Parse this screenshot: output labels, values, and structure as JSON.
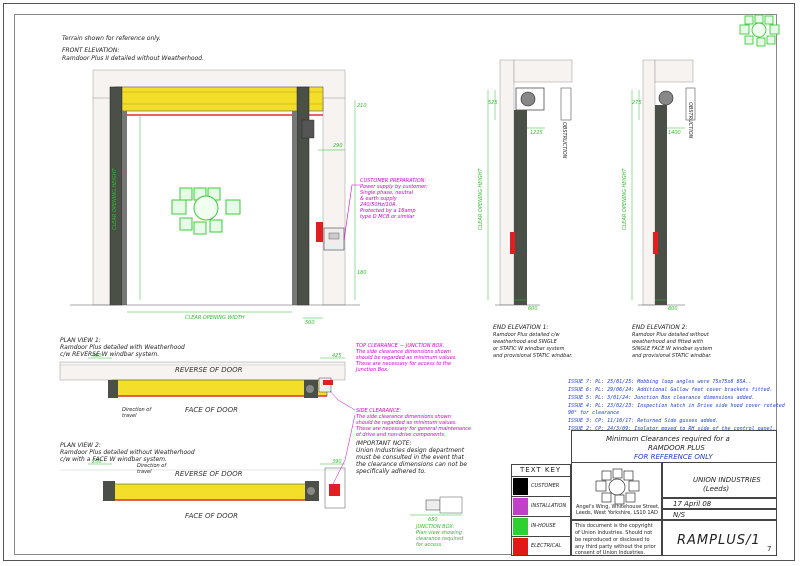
{
  "notes": {
    "terrain": "Terrain shown for reference only.",
    "front_elevation_title": "FRONT ELEVATION:",
    "front_elevation_desc": "Ramdoor Plus II detailed without Weatherhood.",
    "customer_prep": [
      "CUSTOMER PREPARATION:",
      "Power supply by customer:",
      "Single phase, neutral",
      "& earth supply",
      "240/50Hz/10A.",
      "Protected by a 16amp",
      "type D MCB or similar"
    ],
    "clear_opening_width": "CLEAR OPENING WIDTH",
    "clear_opening_height": "CLEAR OPENING HEIGHT",
    "end_elev1_title": "END ELEVATION 1:",
    "end_elev1_desc": [
      "Ramdoor Plus detailed c/w",
      "weatherhood and SINGLE",
      "or STATIC W windbar system",
      "and provisional STATIC windbar."
    ],
    "end_elev2_title": "END ELEVATION 2:",
    "end_elev2_desc": [
      "Ramdoor Plus detailed without",
      "weatherhood and fitted with",
      "SINGLE FACE W windbar system",
      "and provisional STATIC windbar."
    ],
    "plan1_title": "PLAN VIEW 1:",
    "plan1_desc": [
      "Ramdoor Plus detailed with Weatherhood",
      "c/w REVERSE W windbar system."
    ],
    "plan2_title": "PLAN VIEW 2:",
    "plan2_desc": [
      "Ramdoor Plus detailed without Weatherhood",
      "c/w with a FACE W windbar system."
    ],
    "reverse_of_door": "REVERSE OF DOOR",
    "face_of_door": "FACE OF DOOR",
    "direction_of_travel": "Direction of travel",
    "top_clearance": [
      "TOP CLEARANCE — JUNCTION BOX.",
      "The side clearance dimensions shown",
      "should be regarded as minimum values.",
      "These are necessary for access to the",
      "Junction Box."
    ],
    "side_clearance": [
      "SIDE CLEARANCE:",
      "The side clearance dimensions shown",
      "should be regarded as minimum values.",
      "These are necessary for general maintenance",
      "of drive and non-drive components."
    ],
    "important_note": [
      "IMPORTANT NOTE:",
      "Union Industries design department",
      "must be consulted in the event that",
      "the clearance dimensions can not be",
      "specifically adhered to."
    ],
    "junction_box": [
      "JUNCTION BOX:",
      "Plan view showing",
      "clearance required",
      "for access."
    ],
    "obstruction": "OBSTRUCTION"
  },
  "dimensions": [
    "290",
    "500",
    "600",
    "525",
    "275",
    "1225",
    "1400",
    "250",
    "400",
    "425",
    "390",
    "210",
    "180",
    "650"
  ],
  "issues": [
    "ISSUE 7: PL: 25/01/25: Mobbing loop angles were 75x75x8 85A..",
    "ISSUE 6: PL: 29/06/24: Additional Gallow feet cover brackets fitted.",
    "ISSUE 5: PL: 3/01/24: Junction Box clearance dimensions added.",
    "ISSUE 4: PL: 23/02/23: Inspection hatch in Drive side hood cover rotated",
    "90° for clearance",
    "ISSUE 3: CP: 11/10/17: Returned Side gusses added.",
    "ISSUE 2: CP: 24/3/09: Isolator moved to RH side of the control panel."
  ],
  "text_key": {
    "title": "TEXT KEY",
    "items": [
      {
        "label": "CUSTOMER",
        "color": "#000000"
      },
      {
        "label": "INSTALLATION",
        "color": "#c040c8"
      },
      {
        "label": "IN-HOUSE",
        "color": "#2fd02f"
      },
      {
        "label": "ELECTRICAL",
        "color": "#e01818"
      }
    ]
  },
  "title_block": {
    "title": "Minimum Clearances required for a",
    "subtitle": "RAMDOOR PLUS",
    "reference": "FOR REFERENCE ONLY",
    "client": "UNION INDUSTRIES",
    "client_sub": "(Leeds)",
    "date": "17 April 08",
    "scale": "N/S",
    "drawing_no": "RAMPLUS/1",
    "sheet": "7",
    "company_address": "Angel's Wing, Whitehouse Street, Leeds, West Yorkshire, LS10 1AD",
    "copyright": [
      "This document is the copyright",
      "of Union Industries. Should not",
      "be reproduced or disclosed to",
      "any third party without the prior",
      "consent of Union Industries."
    ]
  }
}
